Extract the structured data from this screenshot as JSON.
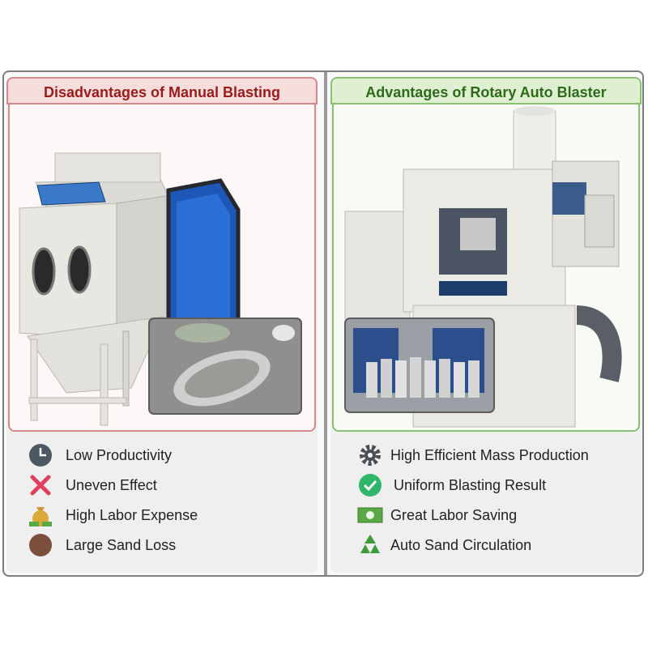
{
  "left": {
    "title": "Disadvantages of Manual Blasting",
    "items": [
      {
        "label": "Low Productivity",
        "icon": "clock-icon"
      },
      {
        "label": "Uneven Effect",
        "icon": "cross-icon"
      },
      {
        "label": "High Labor Expense",
        "icon": "money-bag-icon"
      },
      {
        "label": "Large Sand Loss",
        "icon": "brown-circle-icon"
      }
    ]
  },
  "right": {
    "title": "Advantages of Rotary Auto Blaster",
    "items": [
      {
        "label": "High Efficient Mass Production",
        "icon": "gear-icon"
      },
      {
        "label": "Uniform Blasting Result",
        "icon": "check-circle-icon"
      },
      {
        "label": "Great Labor Saving",
        "icon": "banknote-icon"
      },
      {
        "label": "Auto Sand Circulation",
        "icon": "recycle-icon"
      }
    ]
  },
  "colors": {
    "bad_accent": "#9a1b1b",
    "good_accent": "#2e6a1a",
    "cabinet": "#e8e7e2",
    "door_blue": "#1f5fc4"
  }
}
